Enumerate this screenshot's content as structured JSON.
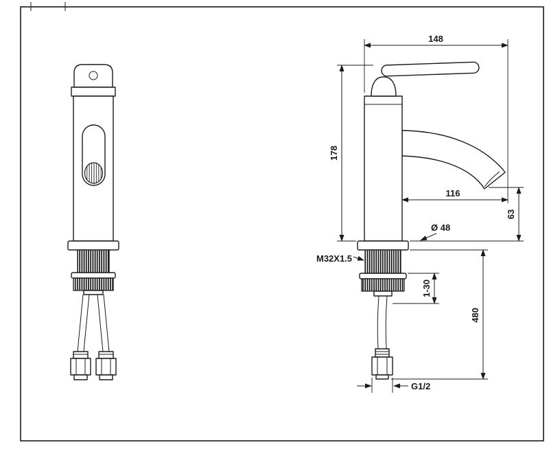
{
  "sheet": {
    "background": "#ffffff",
    "line_color": "#1a1a1a"
  },
  "dimensions": {
    "overall_width": "148",
    "body_height": "178",
    "spout_reach": "116",
    "spout_tip_height": "63",
    "base_diameter": "Ø 48",
    "shank_thread": "M32X1.5",
    "deck_thickness_range": "1-30",
    "hose_length": "480",
    "hose_connector_thread": "G1/2"
  }
}
